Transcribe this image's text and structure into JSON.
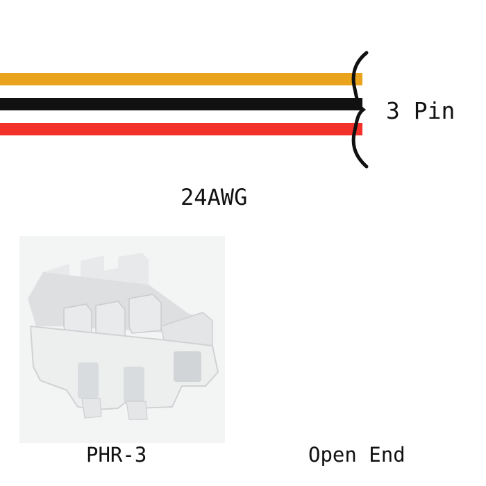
{
  "labels": {
    "pin_count": "3 Pin",
    "wire_gauge": "24AWG",
    "connector": "PHR-3",
    "end": "Open End"
  },
  "wires": [
    {
      "color": "#E9A31C"
    },
    {
      "color": "#111111"
    },
    {
      "color": "#F2312B"
    }
  ],
  "connector_color": "#EDEEEE"
}
